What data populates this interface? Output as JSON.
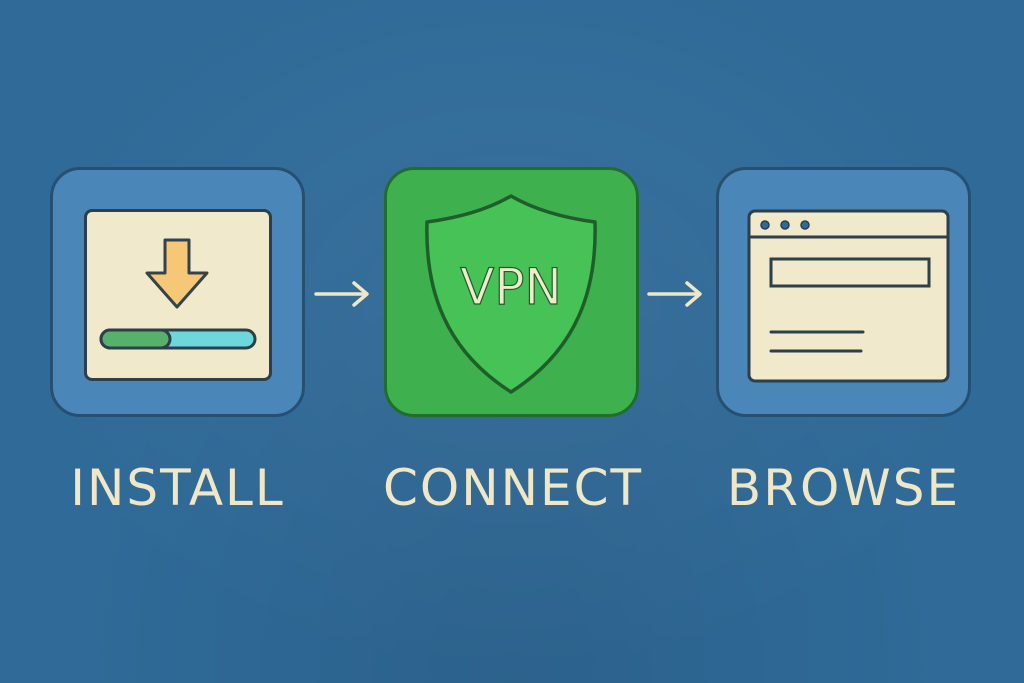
{
  "diagram": {
    "steps": [
      {
        "label": "INSTALL",
        "icon": "download-icon"
      },
      {
        "label": "CONNECT",
        "icon": "vpn-shield-icon",
        "badge": "VPN"
      },
      {
        "label": "BROWSE",
        "icon": "browser-window-icon"
      }
    ],
    "connectors": [
      "arrow-right-icon",
      "arrow-right-icon"
    ]
  },
  "install_progress": 0.45,
  "colors": {
    "background": "#2f6a98",
    "tile_blue": "#4a86b8",
    "tile_green": "#3eb04e",
    "panel": "#f1e9cc",
    "download_arrow": "#f5c776",
    "progress_done": "#56b26a",
    "progress_remaining": "#6dd8dc",
    "label_text": "#efe7c6"
  }
}
